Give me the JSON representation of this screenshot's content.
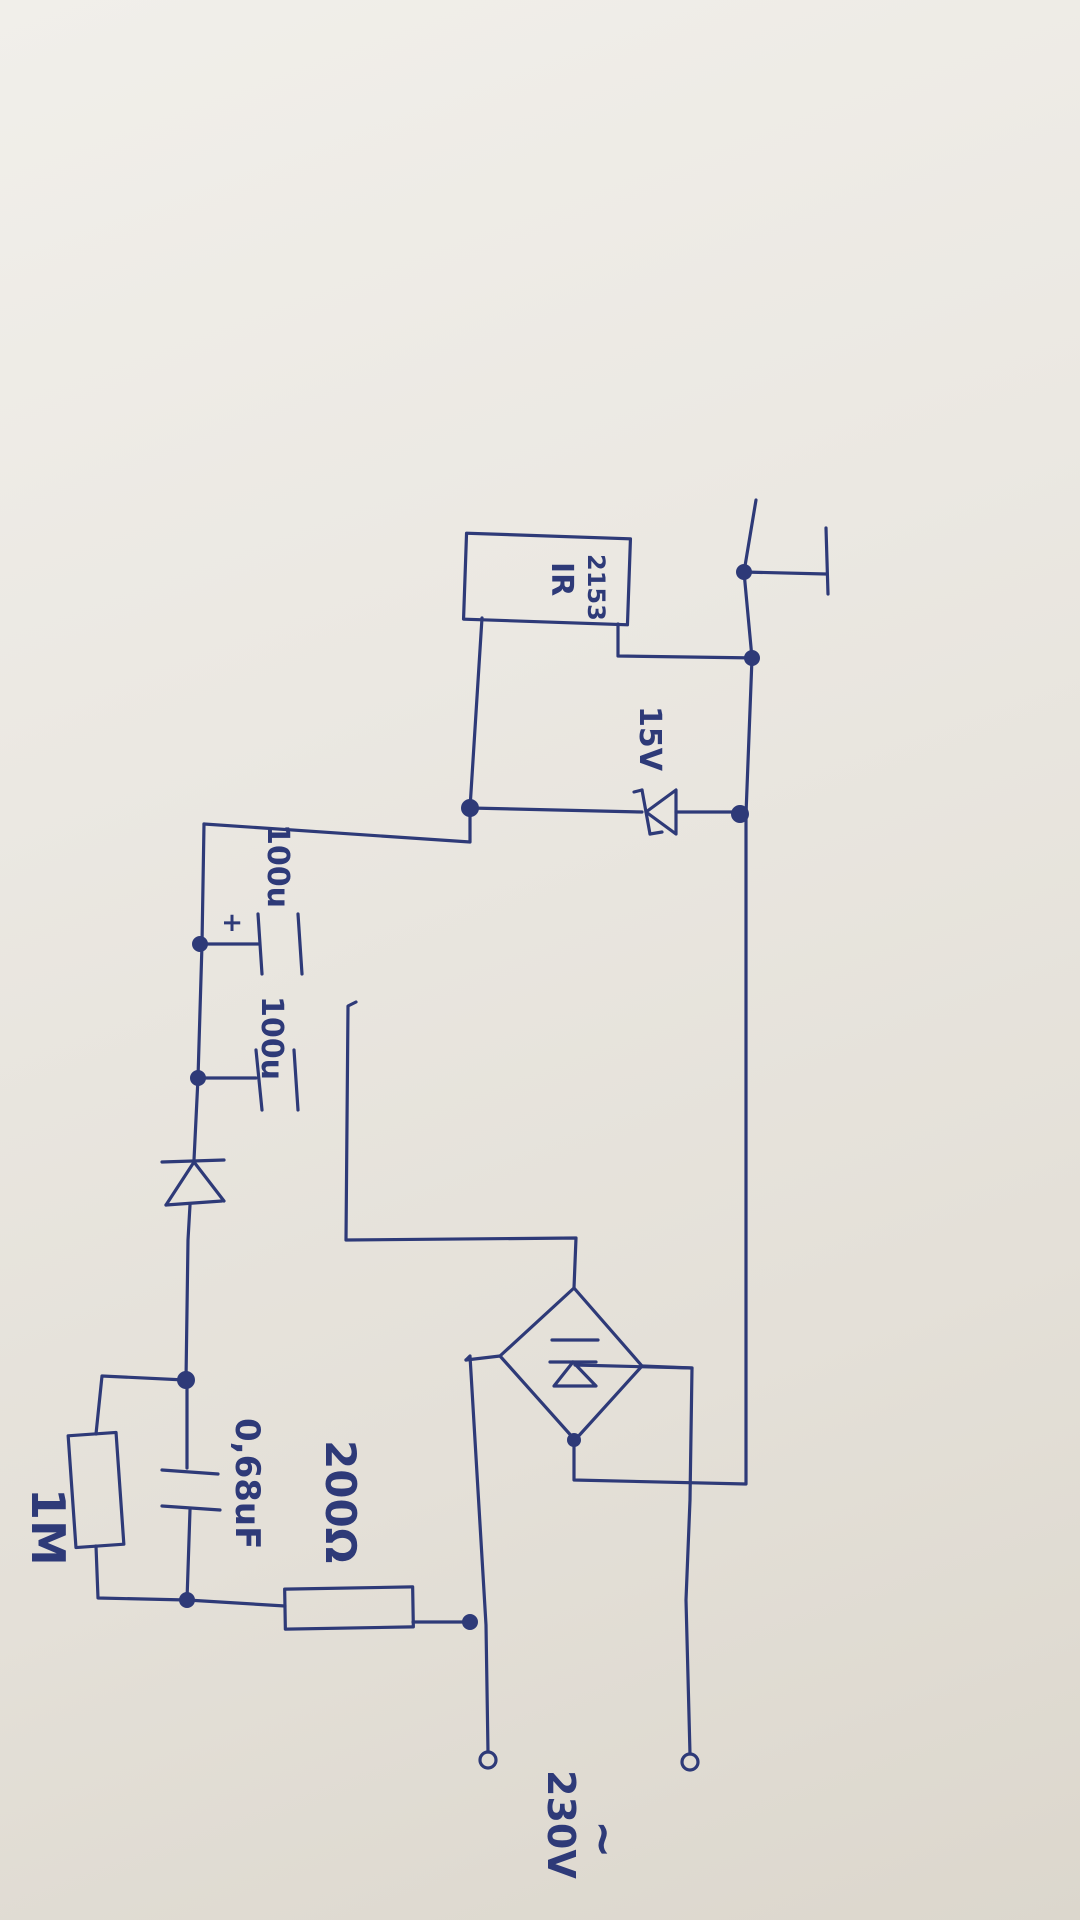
{
  "diagram": {
    "components": {
      "resistor_1m": {
        "label": "1M"
      },
      "capacitor_film": {
        "label": "0,68uF"
      },
      "resistor_200": {
        "label": "200Ω"
      },
      "capacitor_electrolytic_1": {
        "label": "100u"
      },
      "capacitor_electrolytic_2": {
        "label": "100u",
        "polarity": "+"
      },
      "zener_diode": {
        "label": "15V"
      },
      "ic": {
        "label_line1": "IR",
        "label_line2": "2153"
      },
      "ac_input": {
        "voltage": "230V",
        "symbol": "~"
      },
      "bridge_rectifier": {
        "label": ""
      },
      "diode": {
        "label": ""
      }
    },
    "ink_color": "#2e3a78",
    "paper_color": "#ebe8e2"
  }
}
